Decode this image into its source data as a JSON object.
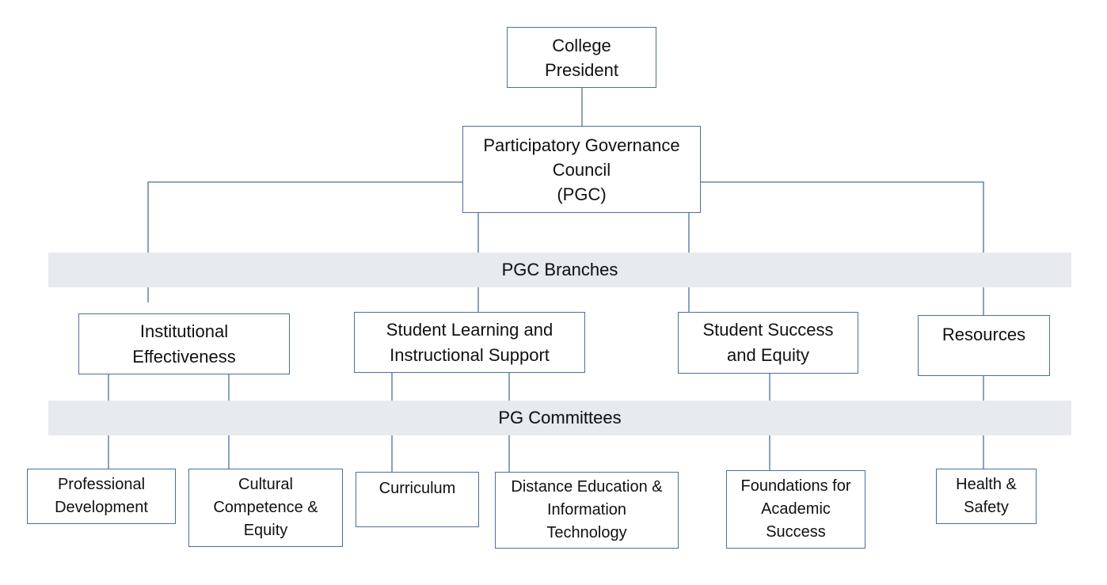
{
  "colors": {
    "line": "#4a6fa5",
    "band": "#e7eaee",
    "text": "#111111",
    "background": "#ffffff"
  },
  "bands": {
    "branches": "PGC Branches",
    "committees": "PG Committees"
  },
  "nodes": {
    "president": "College\nPresident",
    "pgc": "Participatory  Governance\nCouncil\n(PGC)",
    "institutional_effectiveness": "Institutional\nEffectiveness",
    "student_learning": "Student Learning  and\nInstructional Support",
    "student_success": "Student Success\nand Equity",
    "resources": "Resources",
    "professional_development": "Professional\nDevelopment",
    "cultural_competence": "Cultural\nCompetence &\nEquity",
    "curriculum": "Curriculum",
    "distance_education": "Distance Education &\nInformation\nTechnology",
    "foundations": "Foundations for\nAcademic\nSuccess",
    "health_safety": "Health &\nSafety"
  }
}
